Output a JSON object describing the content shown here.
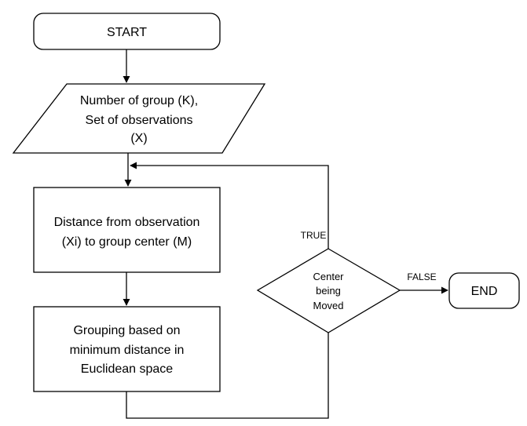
{
  "flowchart": {
    "start_label": "START",
    "input_lines": [
      "Number of group (K),",
      "Set of observations",
      "(X)"
    ],
    "distance_lines": [
      "Distance from observation",
      "(Xi) to  group center (M)"
    ],
    "grouping_lines": [
      "Grouping based on",
      "minimum distance in",
      "Euclidean space"
    ],
    "decision_lines": [
      "Center",
      "being",
      "Moved"
    ],
    "true_label": "TRUE",
    "false_label": "FALSE",
    "end_label": "END"
  },
  "colors": {
    "stroke": "#000000",
    "fill": "#ffffff",
    "text": "#000000"
  }
}
